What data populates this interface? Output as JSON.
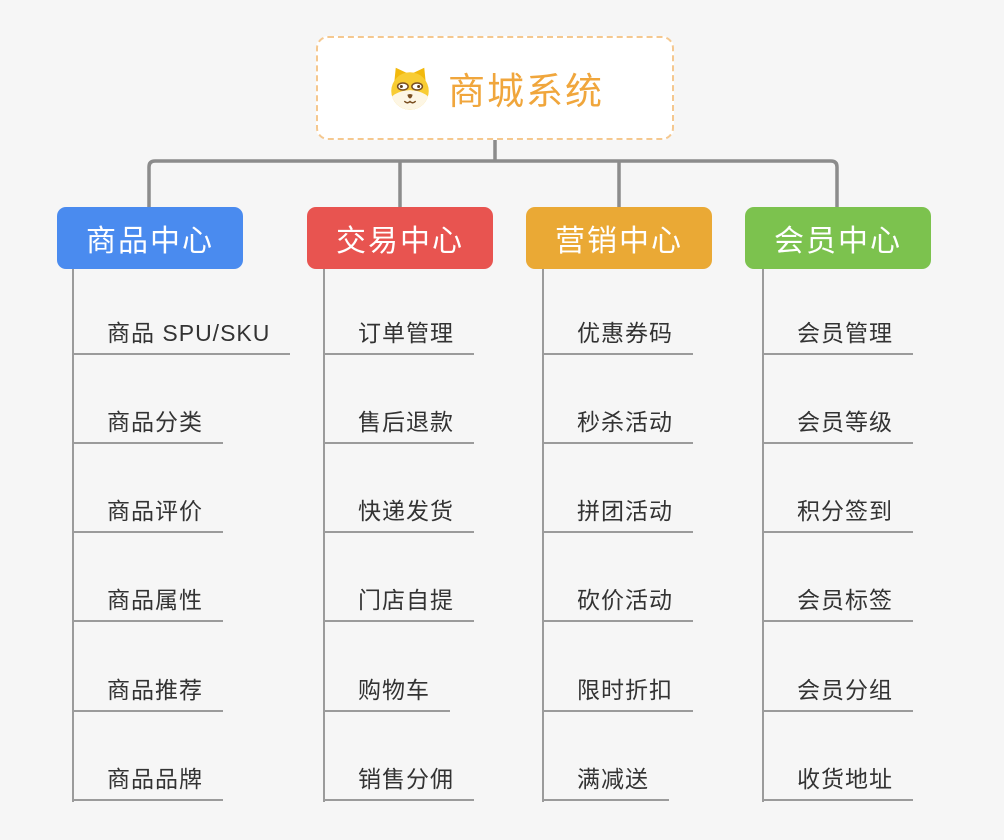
{
  "root": {
    "title": "商城系统",
    "icon": "dog-icon"
  },
  "branches": [
    {
      "id": "product-center",
      "label": "商品中心",
      "color": "#4a8bef",
      "items": [
        "商品 SPU/SKU",
        "商品分类",
        "商品评价",
        "商品属性",
        "商品推荐",
        "商品品牌"
      ]
    },
    {
      "id": "trade-center",
      "label": "交易中心",
      "color": "#e85450",
      "items": [
        "订单管理",
        "售后退款",
        "快递发货",
        "门店自提",
        "购物车",
        "销售分佣"
      ]
    },
    {
      "id": "marketing-center",
      "label": "营销中心",
      "color": "#eaa935",
      "items": [
        "优惠券码",
        "秒杀活动",
        "拼团活动",
        "砍价活动",
        "限时折扣",
        "满减送"
      ]
    },
    {
      "id": "member-center",
      "label": "会员中心",
      "color": "#7cc24e",
      "items": [
        "会员管理",
        "会员等级",
        "积分签到",
        "会员标签",
        "会员分组",
        "收货地址"
      ]
    }
  ],
  "colors": {
    "background": "#f6f6f6",
    "connector": "#8c8c8c",
    "leaf_line": "#9b9b9b",
    "leaf_text": "#333333",
    "root_text": "#f0a63c",
    "root_border": "#f5c88f"
  }
}
